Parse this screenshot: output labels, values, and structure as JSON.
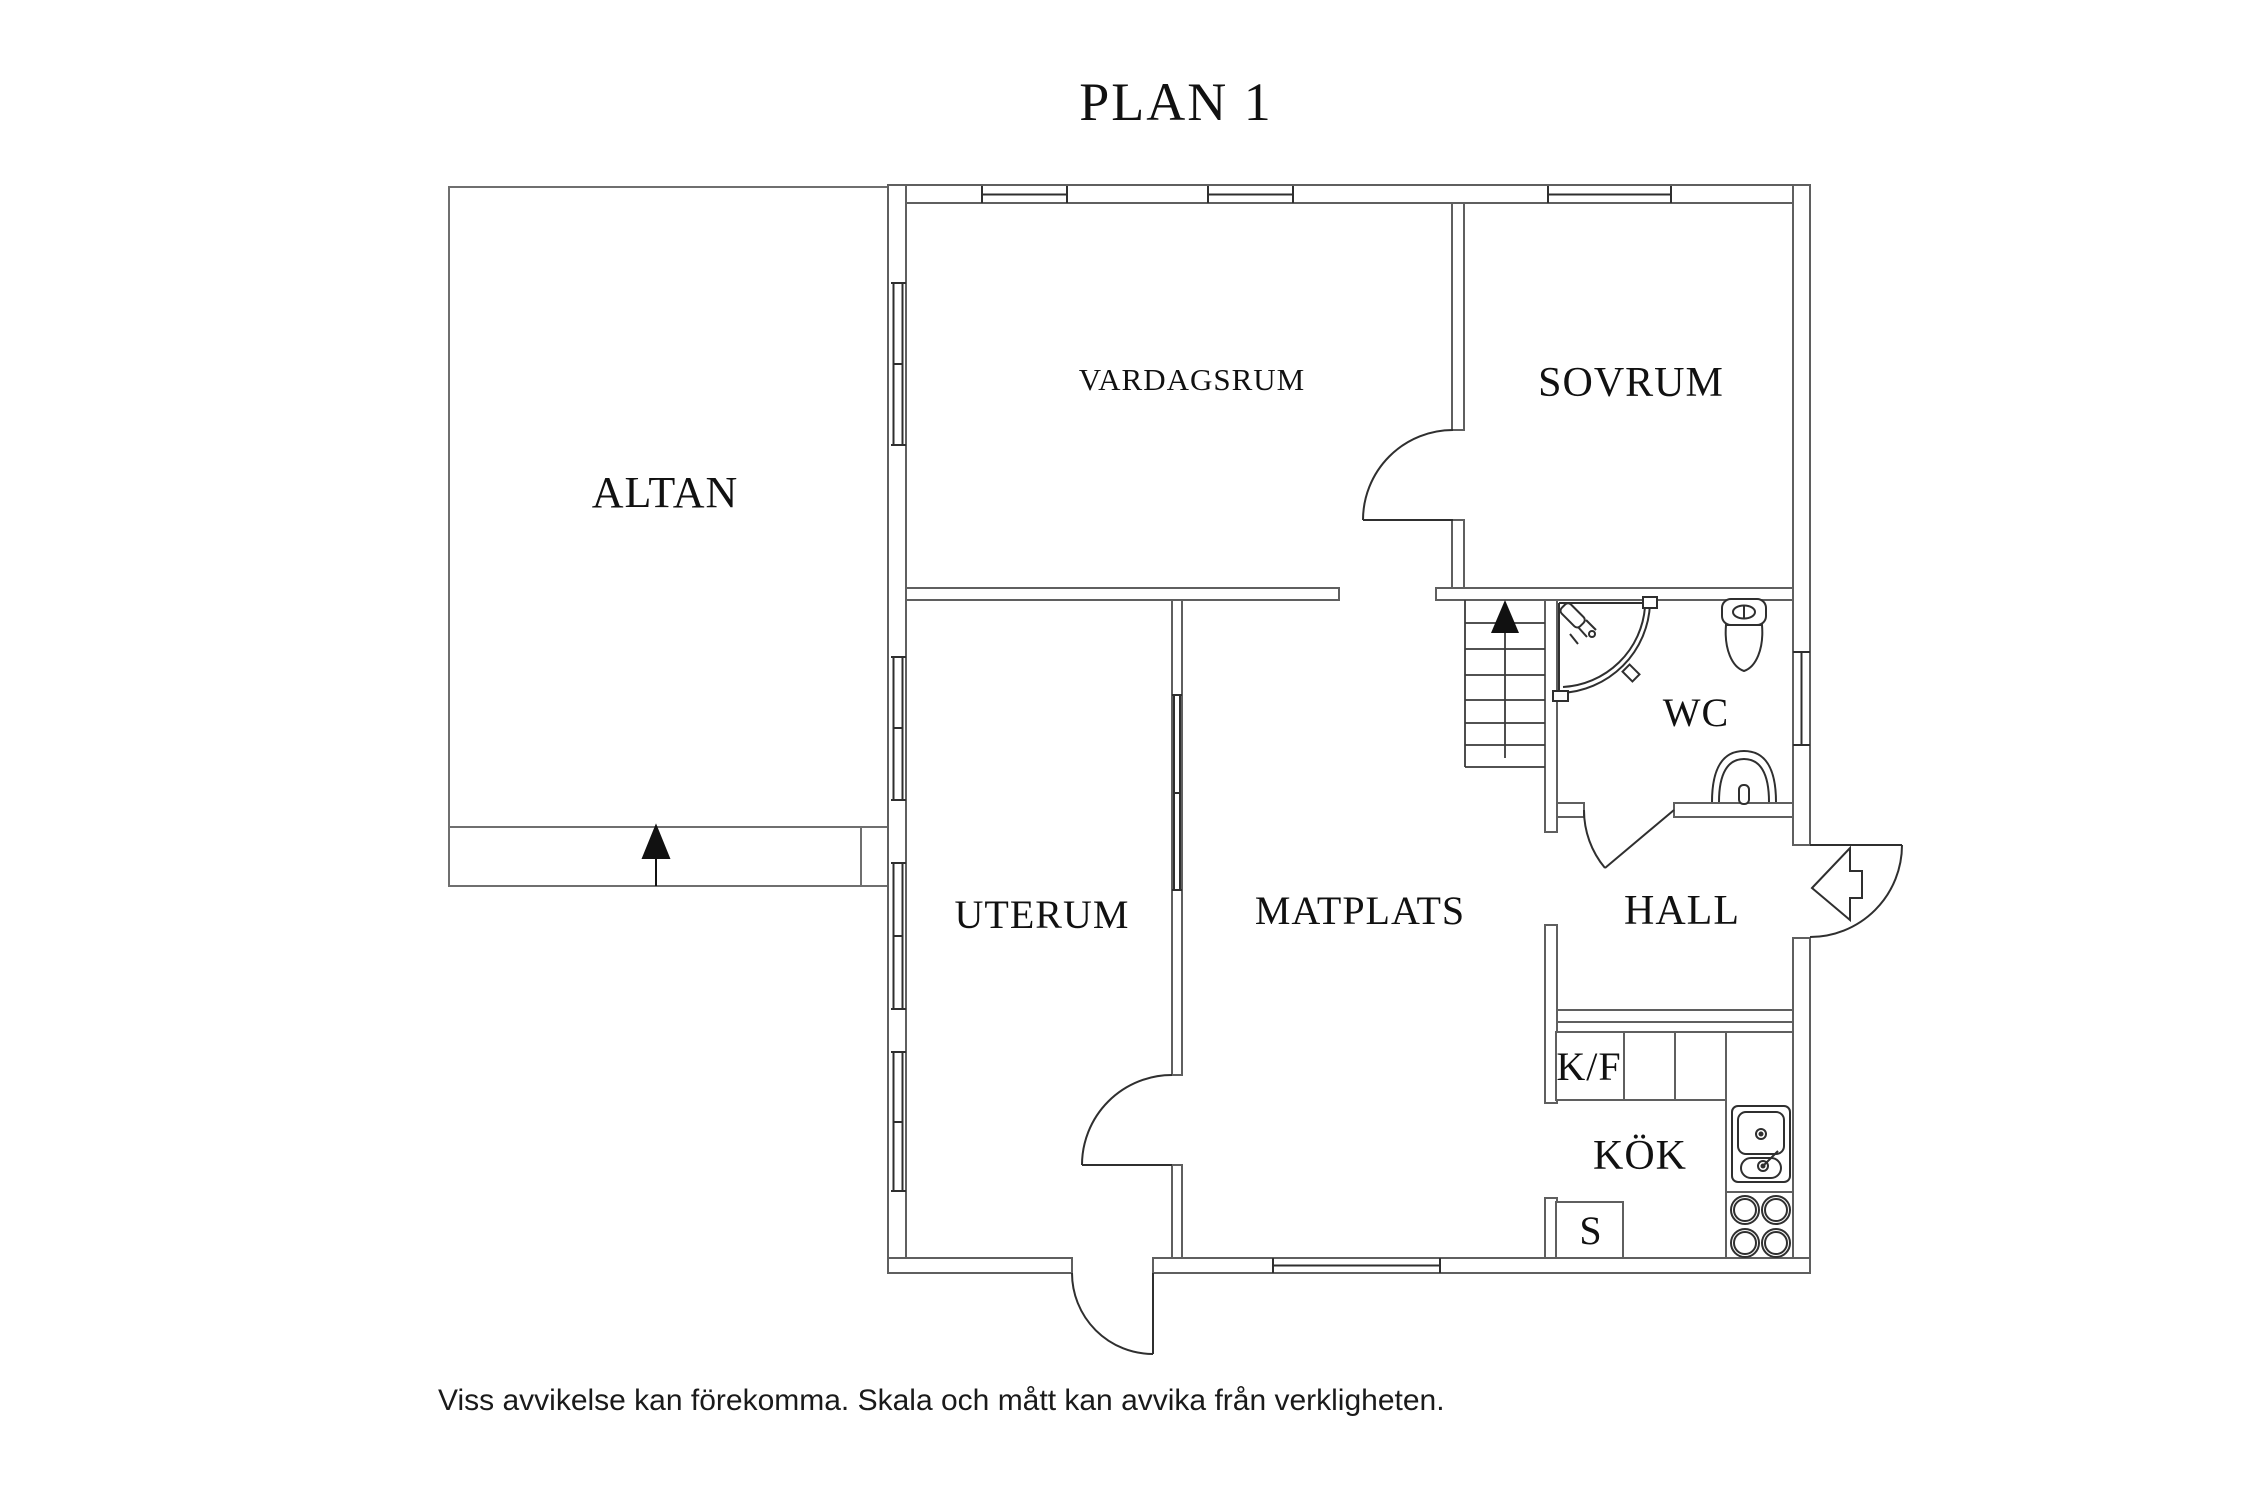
{
  "title": "PLAN 1",
  "rooms": {
    "altan": "ALTAN",
    "vardagsrum": "VARDAGSRUM",
    "sovrum": "SOVRUM",
    "uterum": "UTERUM",
    "matplats": "MATPLATS",
    "hall": "HALL",
    "wc": "WC",
    "kok": "KÖK",
    "kf": "K/F",
    "s": "S"
  },
  "footer": {
    "disclaimer": "Viss avvikelse kan förekomma. Skala och mått kan avvika från verkligheten."
  },
  "colors": {
    "background": "#ffffff",
    "wall": "#5f5f5f",
    "fixture": "#2f2f2f",
    "deck": "#6f6f6f",
    "stair": "#3a3a3a",
    "text": "#111111"
  }
}
